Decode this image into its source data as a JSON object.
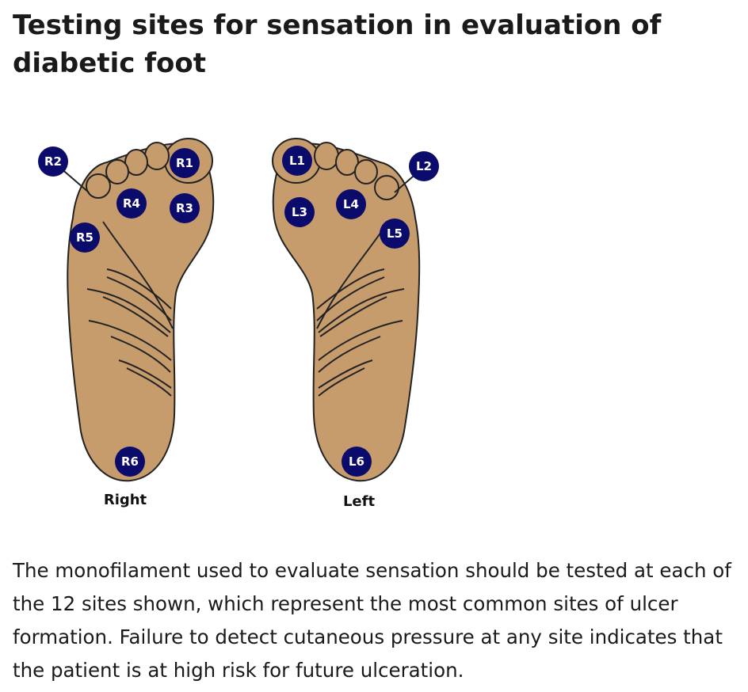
{
  "title": "Testing sites for sensation in evaluation of diabetic foot",
  "figure": {
    "right_foot": {
      "label": "Right",
      "sites": [
        "R1",
        "R2",
        "R3",
        "R4",
        "R5",
        "R6"
      ]
    },
    "left_foot": {
      "label": "Left",
      "sites": [
        "L1",
        "L2",
        "L3",
        "L4",
        "L5",
        "L6"
      ]
    },
    "colors": {
      "skin": "#c69c6d",
      "outline": "#222222",
      "site_fill": "#0b0b6b"
    }
  },
  "caption": "The monofilament used to evaluate sensation should be tested at each of the 12 sites shown, which represent the most common sites of ulcer formation. Failure to detect cutaneous pressure at any site indicates that the patient is at high risk for future ulceration."
}
